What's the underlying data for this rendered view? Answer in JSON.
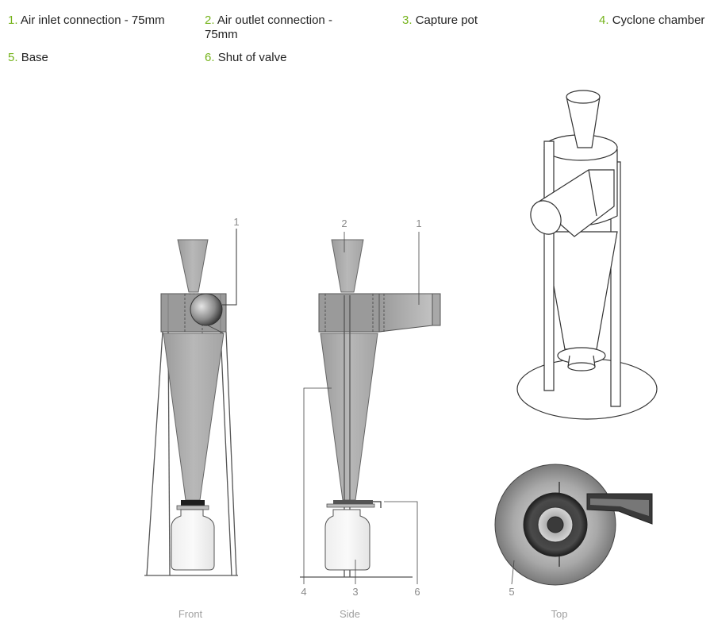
{
  "legend": [
    {
      "num": "1.",
      "label": "Air inlet connection - 75mm"
    },
    {
      "num": "2.",
      "label": "Air outlet connection - 75mm"
    },
    {
      "num": "3.",
      "label": "Capture pot"
    },
    {
      "num": "4.",
      "label": "Cyclone chamber"
    },
    {
      "num": "5.",
      "label": "Base"
    },
    {
      "num": "6.",
      "label": "Shut of valve"
    }
  ],
  "callouts": {
    "front_1": "1",
    "side_2": "2",
    "side_1": "1",
    "side_4": "4",
    "side_3": "3",
    "side_6": "6",
    "top_5": "5"
  },
  "views": {
    "front": "Front",
    "side": "Side",
    "top": "Top"
  },
  "colors": {
    "accent": "#74b31a",
    "body_fill": "#a9a9a9",
    "band_fill": "#9a9a9a",
    "outline": "#555555"
  }
}
